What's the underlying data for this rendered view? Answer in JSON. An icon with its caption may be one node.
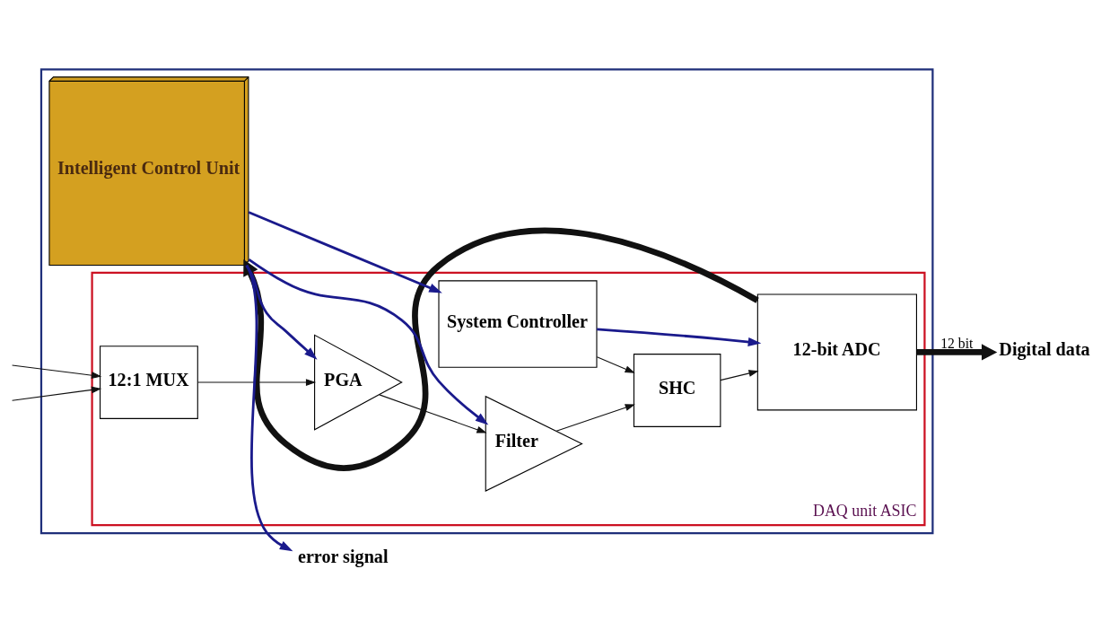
{
  "diagram": {
    "nodes": [
      {
        "text": [],
        "shape": "box"
      },
      {
        "text": [
          "DAQ unit ASIC"
        ],
        "in": 0
      },
      {
        "text": [
          "12:1 MUX"
        ],
        "in": 1
      },
      {
        "text": [
          "PGA"
        ],
        "in": 1
      },
      {
        "text": [
          "Filter"
        ],
        "in": 1
      },
      {
        "text": [
          "SHC"
        ],
        "in": 1
      },
      {
        "text": [
          "System Controller"
        ],
        "in": 1
      },
      {
        "text": [
          "12-bit ADC"
        ],
        "in": 1
      },
      {
        "text": [
          "Intelligent Control Unit"
        ],
        "in": 0
      },
      {
        "text": [
          "Digital data"
        ]
      },
      {
        "text": [
          "error signal"
        ]
      }
    ],
    "edges": [
      {
        "from": null,
        "to": 2,
        "arrow": "to"
      },
      {
        "from": null,
        "to": 2,
        "arrow": "to"
      },
      {
        "from": 2,
        "to": 3,
        "arrow": "to"
      },
      {
        "from": 3,
        "to": 4,
        "arrow": "to"
      },
      {
        "from": 4,
        "to": 5,
        "arrow": "to"
      },
      {
        "from": 8,
        "to": 3,
        "arrow": "to",
        "color": "#1a1a8c"
      },
      {
        "from": 8,
        "to": 4,
        "arrow": "to",
        "color": "#1a1a8c"
      },
      {
        "from": 6,
        "to": 5,
        "arrow": "to"
      },
      {
        "from": 5,
        "to": 7,
        "arrow": "to"
      },
      {
        "from": 8,
        "to": 6,
        "arrow": "to",
        "color": "#1a1a8c"
      },
      {
        "from": 6,
        "to": 7,
        "arrow": "to",
        "color": "#1a1a8c"
      },
      {
        "from": 7,
        "to": 9,
        "arrow": "to",
        "label": "12 bit",
        "style": "thick"
      },
      {
        "from": 7,
        "to": 8,
        "arrow": "to",
        "style": "thick"
      },
      {
        "from": 8,
        "to": 10,
        "arrow": "to",
        "color": "#1a1a8c"
      }
    ]
  }
}
